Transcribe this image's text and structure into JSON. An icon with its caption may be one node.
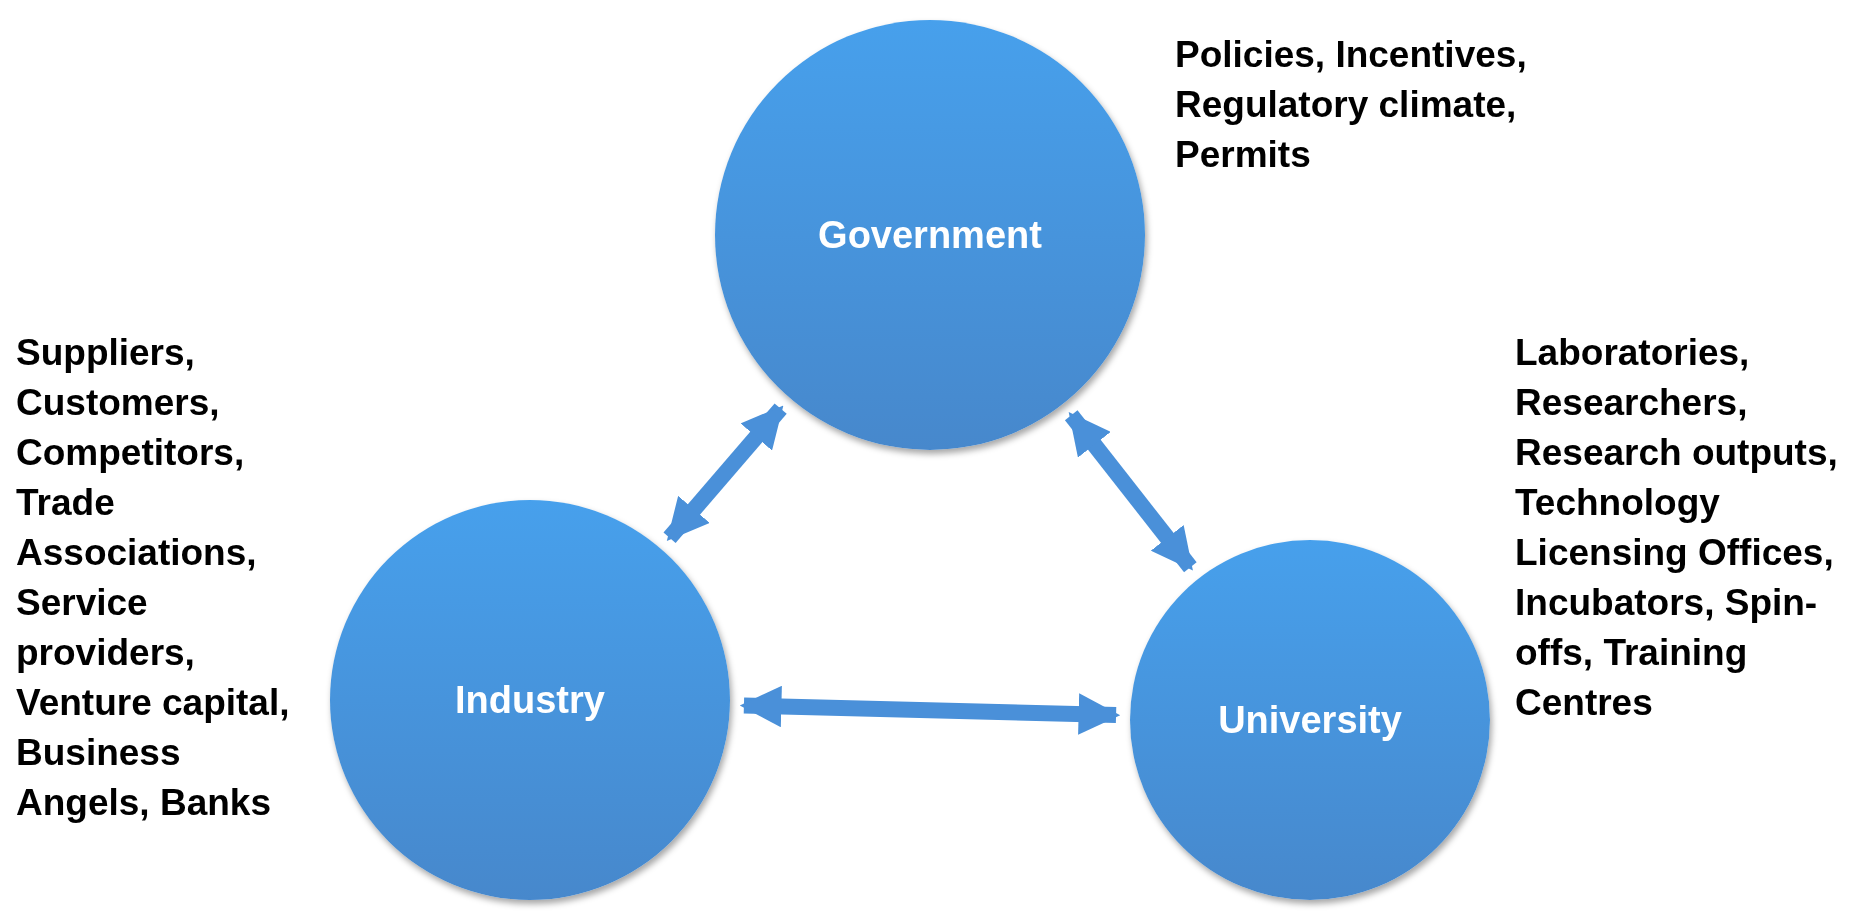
{
  "diagram": {
    "nodes": [
      {
        "text": [
          "Government"
        ],
        "beside": [
          "Policies, Incentives, Regulatory climate, Permits"
        ]
      },
      {
        "text": [
          "Industry"
        ],
        "beside": [
          "Suppliers, Customers, Competitors, Trade Associations, Service providers, Venture capital, Business Angels, Banks"
        ]
      },
      {
        "text": [
          "University"
        ],
        "beside": [
          "Laboratories, Researchers, Research outputs, Technology Licensing Offices, Incubators, Spin-offs, Training Centres"
        ]
      }
    ],
    "edges": [
      {
        "from": 1,
        "to": 0,
        "arrow": "both"
      },
      {
        "from": 0,
        "to": 2,
        "arrow": "both"
      },
      {
        "from": 1,
        "to": 2,
        "arrow": "both"
      }
    ]
  }
}
